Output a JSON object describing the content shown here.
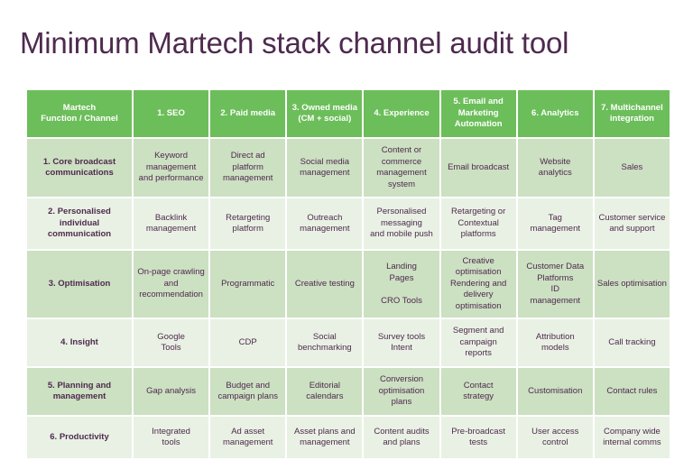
{
  "page": {
    "title": "Minimum Martech stack channel audit tool",
    "title_color": "#4E2A4E",
    "background": "#FFFFFF"
  },
  "table": {
    "header_bg": "#6CBE5A",
    "header_text_color": "#FFFFFF",
    "row_dark_bg": "#CCE0C2",
    "row_light_bg": "#E9F1E4",
    "body_text_color": "#4E2A4E",
    "columns": [
      "Martech\nFunction / Channel",
      "1. SEO",
      "2. Paid media",
      "3. Owned media\n(CM + social)",
      "4. Experience",
      "5. Email and\nMarketing\nAutomation",
      "6. Analytics",
      "7. Multichannel\nintegration"
    ],
    "rows": [
      {
        "label": "1. Core broadcast\ncommunications",
        "shade": "dark",
        "cells": [
          "Keyword\nmanagement\nand performance",
          "Direct ad\nplatform\nmanagement",
          "Social media\nmanagement",
          "Content or\ncommerce\nmanagement\nsystem",
          "Email broadcast",
          "Website\nanalytics",
          "Sales"
        ]
      },
      {
        "label": "2. Personalised\nindividual\ncommunication",
        "shade": "light",
        "cells": [
          "Backlink\nmanagement",
          "Retargeting\nplatform",
          "Outreach\nmanagement",
          "Personalised\nmessaging\nand mobile push",
          "Retargeting or\nContextual\nplatforms",
          "Tag\nmanagement",
          "Customer service\nand support"
        ]
      },
      {
        "label": "3. Optimisation",
        "shade": "dark",
        "cells": [
          "On-page crawling\nand\nrecommendation",
          "Programmatic",
          "Creative testing",
          "Landing\nPages\n\nCRO Tools",
          "Creative\noptimisation\nRendering and\ndelivery\noptimisation",
          "Customer Data\nPlatforms\nID\nmanagement",
          "Sales optimisation"
        ]
      },
      {
        "label": "4. Insight",
        "shade": "light",
        "cells": [
          "Google\nTools",
          "CDP",
          "Social\nbenchmarking",
          "Survey tools\nIntent",
          "Segment and\ncampaign\nreports",
          "Attribution\nmodels",
          "Call tracking"
        ]
      },
      {
        "label": "5. Planning and\nmanagement",
        "shade": "dark",
        "cells": [
          "Gap analysis",
          "Budget and\ncampaign plans",
          "Editorial\ncalendars",
          "Conversion\noptimisation\nplans",
          "Contact\nstrategy",
          "Customisation",
          "Contact rules"
        ]
      },
      {
        "label": "6. Productivity",
        "shade": "light",
        "cells": [
          "Integrated\ntools",
          "Ad asset\nmanagement",
          "Asset plans and\nmanagement",
          "Content audits\nand plans",
          "Pre-broadcast\ntests",
          "User access\ncontrol",
          "Company wide\ninternal comms"
        ]
      }
    ]
  }
}
